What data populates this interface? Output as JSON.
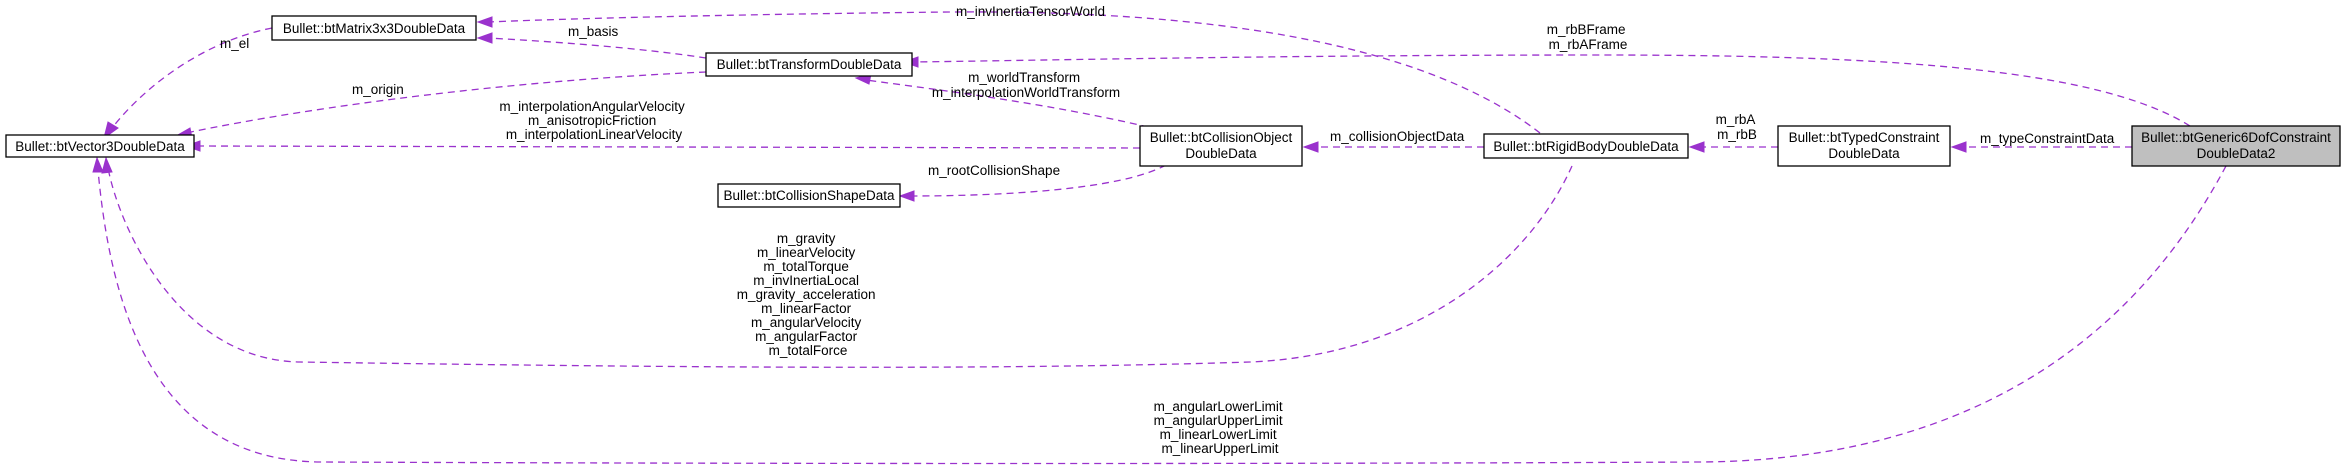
{
  "diagram": {
    "colors": {
      "edge": "#9a32cd",
      "node_border": "#000000",
      "highlight_fill": "#bfbfbf"
    },
    "nodes": {
      "vector3": {
        "label": "Bullet::btVector3DoubleData"
      },
      "matrix3x3": {
        "label": "Bullet::btMatrix3x3DoubleData"
      },
      "transform": {
        "label": "Bullet::btTransformDoubleData"
      },
      "collision_shape": {
        "label": "Bullet::btCollisionShapeData"
      },
      "collision_object": {
        "line1": "Bullet::btCollisionObject",
        "line2": "DoubleData"
      },
      "rigid_body": {
        "label": "Bullet::btRigidBodyDoubleData"
      },
      "typed_constraint": {
        "line1": "Bullet::btTypedConstraint",
        "line2": "DoubleData"
      },
      "generic6dof": {
        "line1": "Bullet::btGeneric6DofConstraint",
        "line2": "DoubleData2"
      }
    },
    "edge_labels": {
      "m_el": "m_el",
      "m_basis": "m_basis",
      "m_origin": "m_origin",
      "m_inv_inertia_tensor_world": "m_invInertiaTensorWorld",
      "frames": [
        "m_rbBFrame",
        "m_rbAFrame"
      ],
      "world_transform": [
        "m_worldTransform",
        "m_interpolationWorldTransform"
      ],
      "collision_object_vectors": [
        "m_interpolationAngularVelocity",
        "m_anisotropicFriction",
        "m_interpolationLinearVelocity"
      ],
      "root_collision_shape": "m_rootCollisionShape",
      "collision_object_data": "m_collisionObjectData",
      "rb_ab": [
        "m_rbA",
        "m_rbB"
      ],
      "type_constraint_data": "m_typeConstraintData",
      "rigid_body_vectors": [
        "m_gravity",
        "m_linearVelocity",
        "m_totalTorque",
        "m_invInertiaLocal",
        "m_gravity_acceleration",
        "m_linearFactor",
        "m_angularVelocity",
        "m_angularFactor",
        "m_totalForce"
      ],
      "limits": [
        "m_angularLowerLimit",
        "m_angularUpperLimit",
        "m_linearLowerLimit",
        "m_linearUpperLimit"
      ]
    }
  }
}
